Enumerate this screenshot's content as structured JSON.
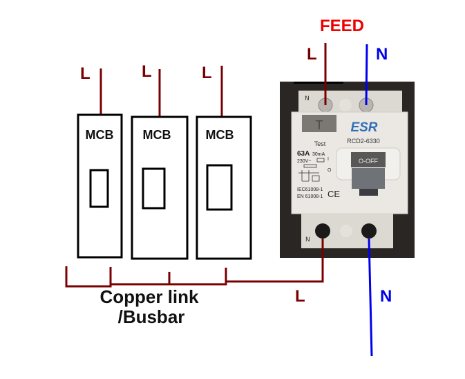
{
  "colors": {
    "live": "#7a0000",
    "neutral": "#0000ee",
    "feed": "#ee0000",
    "outline": "#000000"
  },
  "feed": {
    "title": "FEED",
    "live_label": "L",
    "neutral_label": "N"
  },
  "mcbs": [
    {
      "label": "MCB",
      "supply_label": "L"
    },
    {
      "label": "MCB",
      "supply_label": "L"
    },
    {
      "label": "MCB",
      "supply_label": "L"
    }
  ],
  "busbar": {
    "line1": "Copper link",
    "line2": "/Busbar"
  },
  "outputs": {
    "live_label": "L",
    "neutral_label": "N"
  },
  "rcd": {
    "brand": "ESR",
    "model": "RCD2-6330",
    "test_button": "T",
    "test_label": "Test",
    "rating": "63A",
    "sensitivity": "30mA",
    "voltage": "230V~",
    "switch_label": "O-OFF",
    "standard1": "IEC61008-1",
    "standard2": "EN 61008-1",
    "ce_mark": "CE",
    "terminal_top_label": "N",
    "terminal_bottom_label": "N",
    "toggle_on": "I",
    "toggle_off": "O"
  }
}
